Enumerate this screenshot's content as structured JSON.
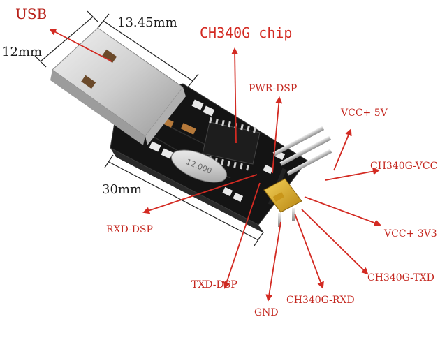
{
  "labels": {
    "usb": "USB",
    "dim_width": "13.45mm",
    "dim_height": "12mm",
    "dim_length": "30mm",
    "chip": "CH340G chip",
    "pwr_dsp": "PWR-DSP",
    "vcc_5v": "VCC+ 5V",
    "ch340g_vcc": "CH340G-VCC",
    "vcc_3v3": "VCC+ 3V3",
    "ch340g_txd": "CH340G-TXD",
    "ch340g_rxd": "CH340G-RXD",
    "gnd": "GND",
    "txd_dsp": "TXD-DSP",
    "rxd_dsp": "RXD-DSP",
    "crystal": "12.000"
  },
  "colors": {
    "arrow": "#d32a22",
    "board": "#121212",
    "usb_metal": "#dcdcdc",
    "pin_metal": "#c8c8c8",
    "jumper": "#e2b21d"
  }
}
